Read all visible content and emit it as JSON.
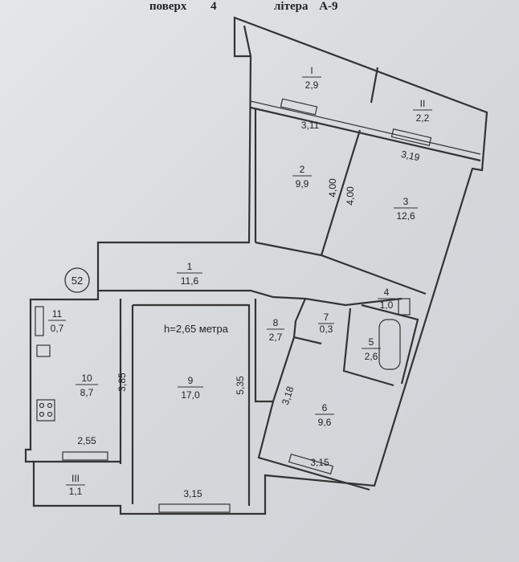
{
  "header": {
    "floor_prefix": "поверх",
    "floor_number": "4",
    "litera_label": "літера",
    "litera_value": "А-9"
  },
  "plan_number": "52",
  "ceiling_height": "h=2,65 метра",
  "rooms": [
    {
      "id": "I",
      "area": "2,9"
    },
    {
      "id": "II",
      "area": "2,2"
    },
    {
      "id": "2",
      "area": "9,9"
    },
    {
      "id": "3",
      "area": "12,6"
    },
    {
      "id": "1",
      "area": "11,6"
    },
    {
      "id": "4",
      "area": "1,0"
    },
    {
      "id": "11",
      "area": "0,7"
    },
    {
      "id": "8",
      "area": "2,7"
    },
    {
      "id": "7",
      "area": "0,3"
    },
    {
      "id": "5",
      "area": "2,6"
    },
    {
      "id": "10",
      "area": "8,7"
    },
    {
      "id": "9",
      "area": "17,0"
    },
    {
      "id": "6",
      "area": "9,6"
    },
    {
      "id": "III",
      "area": "1,1"
    }
  ],
  "dimensions": {
    "d311": "3,11",
    "d319": "3,19",
    "d400a": "4,00",
    "d400b": "4,00",
    "d385": "3,85",
    "d535": "5,35",
    "d318": "3,18",
    "d255": "2,55",
    "d315a": "3,15",
    "d315b": "3,15"
  }
}
